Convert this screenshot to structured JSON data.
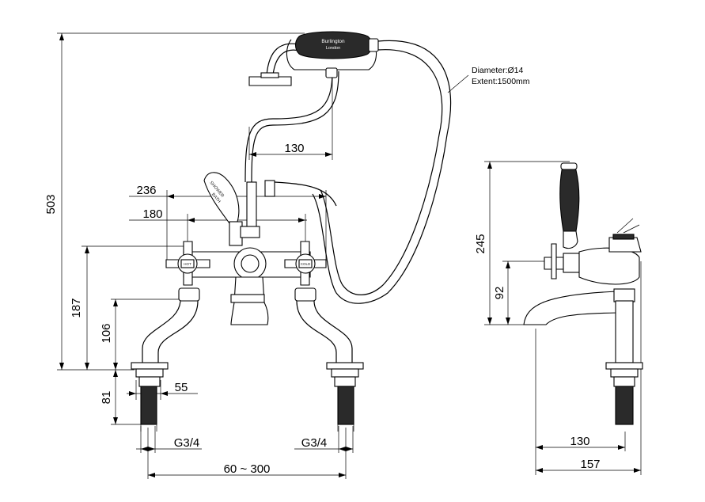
{
  "drawing": {
    "handset_brand": "Burlington",
    "handset_city": "London",
    "hose_note_diameter": "Diameter:Ø14",
    "hose_note_extent": "Extent:1500mm",
    "lever_text_1": "SHOWER",
    "lever_text_2": "BATH",
    "hot_label": "HOT",
    "cold_label": "COLD"
  },
  "front_view": {
    "dim_overall_height": "503",
    "dim_handset_offset": "130",
    "dim_width_outer": "236",
    "dim_width_inner": "180",
    "dim_height_valve": "187",
    "dim_height_leg": "106",
    "dim_height_tail": "81",
    "dim_tail_width": "55",
    "thread_left": "G3/4",
    "thread_right": "G3/4",
    "centres_range": "60 ~ 300"
  },
  "side_view": {
    "dim_height_total": "245",
    "dim_spout_height": "92",
    "dim_spout_reach": "130",
    "dim_overall_depth": "157"
  }
}
